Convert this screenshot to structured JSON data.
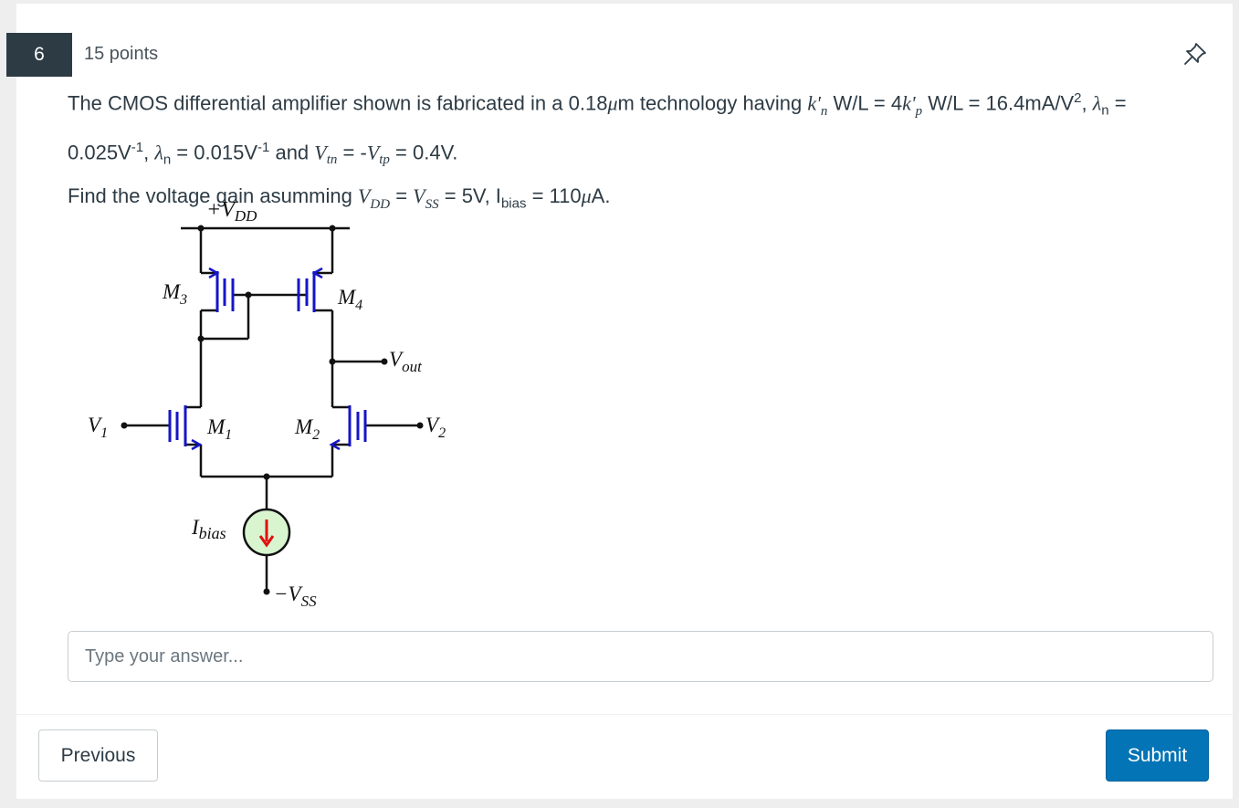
{
  "question": {
    "number": "6",
    "points": "15 points",
    "pin_icon": "pin-icon",
    "line1": {
      "t1": "The CMOS differential amplifier shown is fabricated in a 0.18",
      "mu": "μ",
      "t2": "m technology having ",
      "kn": "k'",
      "kn_sub": "n",
      "t3": " W/L = 4",
      "kp": "k'",
      "kp_sub": "p",
      "t4": " W/L = 16.4mA/V",
      "sq": "2",
      "t5": ", ",
      "lam": "λ",
      "lam_sub": "n",
      "t6": " ="
    },
    "line2": {
      "t1": "0.025V",
      "e1": "-1",
      "t2": ", ",
      "lam": "λ",
      "lam_sub": "n",
      "t3": " = 0.015V",
      "e2": "-1",
      "t4": " and ",
      "vtn": "V",
      "vtn_sub": "tn",
      "t5": " = -",
      "vtp": "V",
      "vtp_sub": "tp",
      "t6": " = 0.4V."
    },
    "line3": {
      "t1": "Find the voltage gain asumming  ",
      "vdd": "V",
      "vdd_sub": "DD",
      "t2": " = ",
      "vss": "V",
      "vss_sub": "SS",
      "t3": " = 5V, I",
      "bias_sub": "bias",
      "t4": " = 110",
      "mu": "μ",
      "t5": "A."
    }
  },
  "circuit": {
    "vdd": "+V",
    "vdd_sub": "DD",
    "m3": "M",
    "m3_sub": "3",
    "m4": "M",
    "m4_sub": "4",
    "m1": "M",
    "m1_sub": "1",
    "m2": "M",
    "m2_sub": "2",
    "vout": "V",
    "vout_sub": "out",
    "v1": "V",
    "v1_sub": "1",
    "v2": "V",
    "v2_sub": "2",
    "ibias": "I",
    "ibias_sub": "bias",
    "vss": "−V",
    "vss_sub": "SS",
    "colors": {
      "transistor": "#1515c8",
      "wire": "#111111",
      "source_fill": "#d8f5d0",
      "arrow": "#e01010"
    }
  },
  "answer": {
    "placeholder": "Type your answer...",
    "value": ""
  },
  "nav": {
    "previous_label": "Previous",
    "submit_label": "Submit"
  },
  "colors": {
    "badge": "#2d3b45",
    "submit": "#0374b5",
    "text": "#2d3b45"
  }
}
